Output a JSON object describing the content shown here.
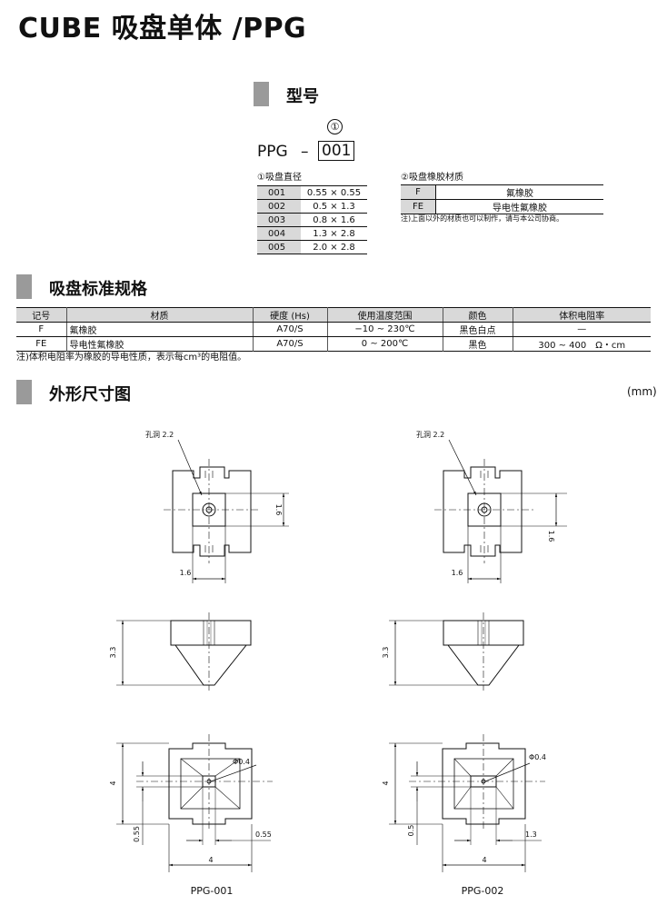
{
  "page_title": "CUBE 吸盘单体 /PPG",
  "model_section": {
    "title": "型号",
    "marker": "①",
    "prefix": "PPG",
    "dash": "–",
    "code": "001",
    "diameter": {
      "heading": "①吸盘直径",
      "rows": [
        {
          "code": "001",
          "value": "0.55 × 0.55"
        },
        {
          "code": "002",
          "value": "0.5 × 1.3"
        },
        {
          "code": "003",
          "value": "0.8 × 1.6"
        },
        {
          "code": "004",
          "value": "1.3 × 2.8"
        },
        {
          "code": "005",
          "value": "2.0 × 2.8"
        }
      ]
    },
    "material": {
      "heading": "②吸盘橡胶材质",
      "rows": [
        {
          "code": "F",
          "value": "氟橡胶"
        },
        {
          "code": "FE",
          "value": "导电性氟橡胶"
        }
      ],
      "note": "注)上面以外的材质也可以制作，请与本公司协商。"
    }
  },
  "spec_section": {
    "title": "吸盘标准规格",
    "headers": [
      "记号",
      "材质",
      "硬度 (Hs)",
      "使用温度范围",
      "颜色",
      "体积电阻率"
    ],
    "rows": [
      [
        "F",
        "氟橡胶",
        "A70/S",
        "−10 ~ 230℃",
        "黑色白点",
        "—"
      ],
      [
        "FE",
        "导电性氟橡胶",
        "A70/S",
        "0 ~ 200℃",
        "黑色",
        "300 ~ 400　Ω・cm"
      ]
    ],
    "note": "注)体积电阻率为橡胶的导电性质，表示每cm³的电阻值。"
  },
  "dimension_section": {
    "title": "外形尺寸图",
    "unit": "(mm)",
    "drawings": [
      {
        "caption": "PPG-001",
        "hole_label": "孔洞 2.2",
        "top_height": "1.6",
        "top_width": "1.6",
        "side_height": "3.3",
        "bottom_height": "4",
        "bottom_width": "4",
        "pad_label": "Φ0.4",
        "pad_h": "0.55",
        "pad_w": "0.55"
      },
      {
        "caption": "PPG-002",
        "hole_label": "孔洞 2.2",
        "top_height": "1.6",
        "top_width": "1.6",
        "side_height": "3.3",
        "bottom_height": "4",
        "bottom_width": "4",
        "pad_label": "Φ0.4",
        "pad_h": "0.5",
        "pad_w": "1.3"
      }
    ]
  }
}
